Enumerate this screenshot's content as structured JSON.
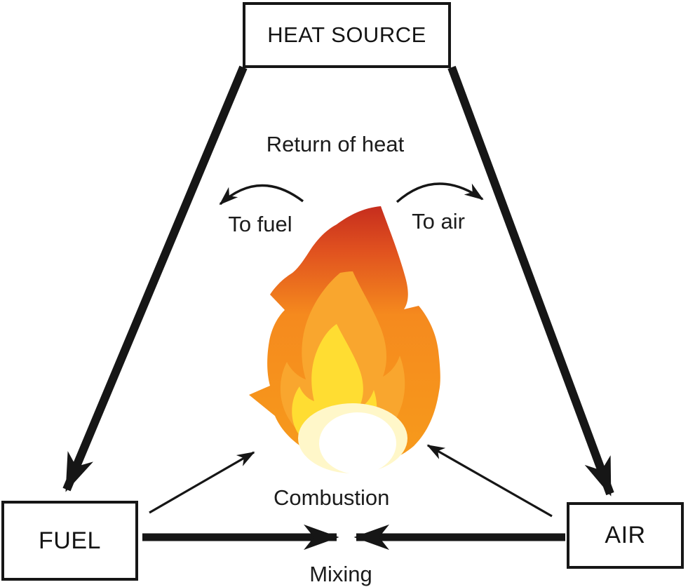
{
  "diagram": {
    "boxes": {
      "heat_source": "HEAT SOURCE",
      "fuel": "FUEL",
      "air": "AIR"
    },
    "labels": {
      "return_of_heat": "Return of heat",
      "to_fuel": "To fuel",
      "to_air": "To air",
      "combustion": "Combustion",
      "mixing": "Mixing"
    },
    "colors": {
      "line": "#161616",
      "flame_tip_red": "#c62d1e",
      "flame_red_orange": "#e0511f",
      "flame_orange": "#f58a1e",
      "flame_orange_deep": "#f79b1b",
      "flame_amber": "#f9a62e",
      "flame_yellow": "#ffdd32",
      "flame_pale": "#fff7c9",
      "flame_core": "#ffffff"
    },
    "icons": {
      "flame": "flame-icon"
    }
  }
}
